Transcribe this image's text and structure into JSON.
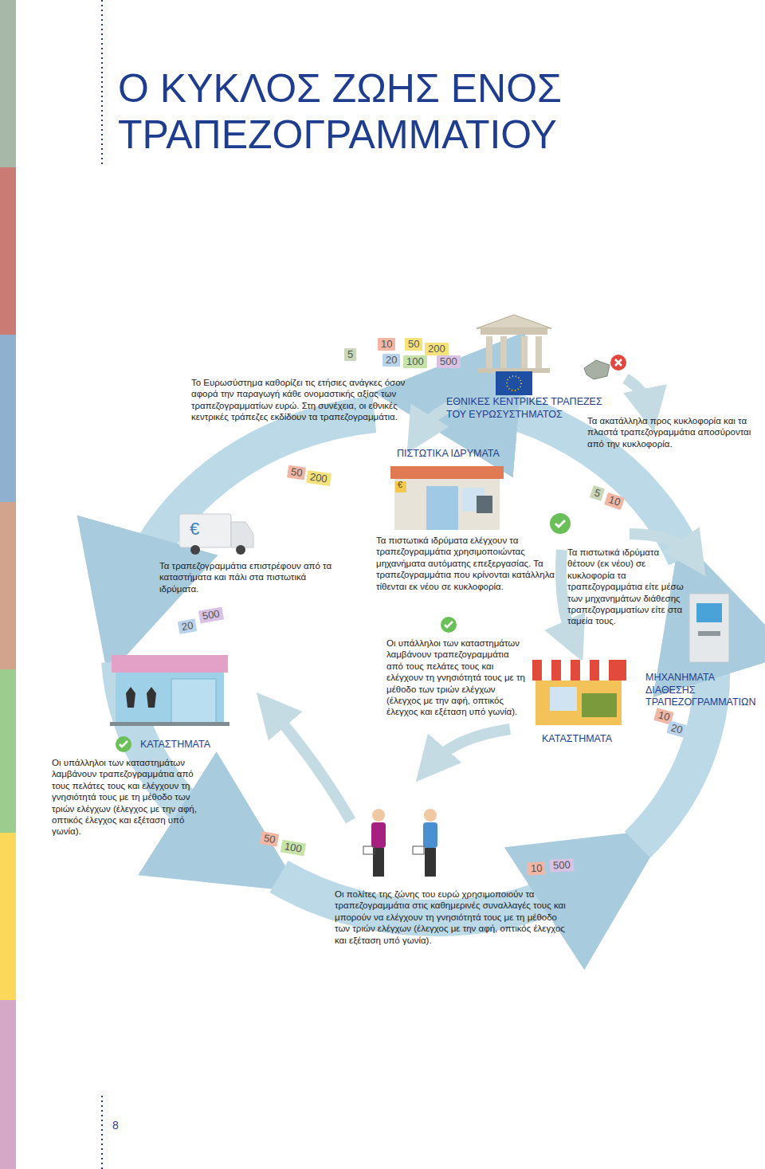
{
  "diagram": {
    "title": "Ο ΚΥΚΛΟΣ ΖΩΗΣ ΕΝΟΣ ΤΡΑΠΕΖΟΓΡΑΜΜΑΤΙΟΥ",
    "labels": [
      "Το Ευρωσύστημα καθορίζει τις ετήσιες ανάγκες όσον αφορά την παραγωγή κάθε ονομαστικής αξίας των τραπεζογραμματίων ευρώ. Στη συνέχεια, οι εθνικές κεντρικές τράπεζες εκδίδουν τα τραπεζογραμμάτια.",
      "ΕΘΝΙΚΕΣ ΚΕΝΤΡΙΚΕΣ ΤΡΑΠΕΖΕΣ ΤΟΥ ΕΥΡΩΣΥΣΤΗΜΑΤΟΣ",
      "Τα ακατάλληλα προς κυκλοφορία και τα πλαστά τραπεζογραμμάτια αποσύρονται από την κυκλοφορία.",
      "ΠΙΣΤΩΤΙΚΑ ΙΔΡΥΜΑΤΑ",
      "Τα τραπεζογραμμάτια επιστρέφουν από τα καταστήματα και πάλι στα πιστωτικά ιδρύματα.",
      "Τα πιστωτικά ιδρύματα ελέγχουν τα τραπεζογραμμάτια χρησιμοποιώντας μηχανήματα αυτόματης επεξεργασίας. Τα τραπεζογραμμάτια που κρίνονται κατάλληλα τίθενται εκ νέου σε κυκλοφορία.",
      "Τα πιστωτικά ιδρύματα θέτουν (εκ νέου) σε κυκλοφορία τα τραπεζογραμμάτια είτε μέσω των μηχανημάτων διάθεσης τραπεζογραμματίων είτε στα ταμεία τους.",
      "Οι υπάλληλοι των καταστημάτων λαμβάνουν τραπεζογραμμάτια από τους πελάτες τους και ελέγχουν τη γνησιότητά τους με τη μέθοδο των τριών ελέγχων (έλεγχος με την αφή, οπτικός έλεγχος και εξέταση υπό γωνία).",
      "ΜΗΧΑΝΗΜΑΤΑ ΔΙΑΘΕΣΗΣ ΤΡΑΠΕΖΟΓΡΑΜΜΑΤΙΩΝ",
      "ΚΑΤΑΣΤΗΜΑΤΑ",
      "ΚΑΤΑΣΤΗΜΑΤΑ",
      "Οι υπάλληλοι των καταστημάτων λαμβάνουν τραπεζογραμμάτια από τους πελάτες τους και ελέγχουν τη γνησιότητά τους με τη μέθοδο των τριών ελέγχων (έλεγχος με την αφή, οπτικός έλεγχος και εξέταση υπό γωνία).",
      "Οι πολίτες της ζώνης του ευρώ χρησιμοποιούν τα τραπεζογραμμάτια στις καθημερινές συναλλαγές τους και μπορούν να ελέγχουν τη γνησιότητά τους με τη μέθοδο των τριών ελέγχων (έλεγχος με την αφή, οπτικός έλεγχος και εξέταση υπό γωνία).",
      "8",
      "€",
      "€",
      "5",
      "10",
      "50",
      "200",
      "20",
      "100",
      "500",
      "50",
      "200",
      "5",
      "10",
      "20",
      "500",
      "50",
      "100",
      "10",
      "500",
      "10",
      "20"
    ]
  }
}
